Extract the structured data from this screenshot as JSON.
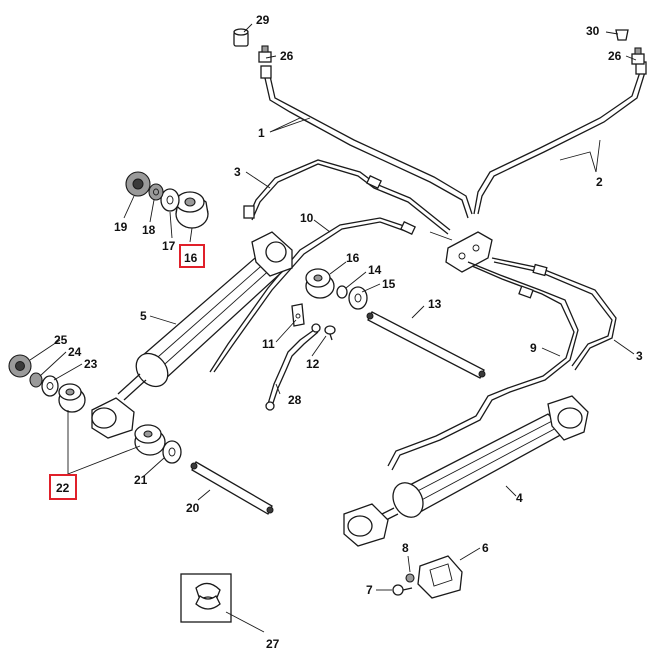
{
  "diagram": {
    "highlight_color": "#e0202a",
    "callouts": {
      "c1": "1",
      "c2": "2",
      "c3a": "3",
      "c3b": "3",
      "c4": "4",
      "c5": "5",
      "c6": "6",
      "c7": "7",
      "c8": "8",
      "c9": "9",
      "c10": "10",
      "c11": "11",
      "c12": "12",
      "c13": "13",
      "c14": "14",
      "c15": "15",
      "c16a": "16",
      "c16b": "16",
      "c17": "17",
      "c18": "18",
      "c19": "19",
      "c20": "20",
      "c21": "21",
      "c22": "22",
      "c23": "23",
      "c24": "24",
      "c25": "25",
      "c26a": "26",
      "c26b": "26",
      "c27": "27",
      "c28": "28",
      "c29": "29",
      "c30": "30"
    }
  }
}
